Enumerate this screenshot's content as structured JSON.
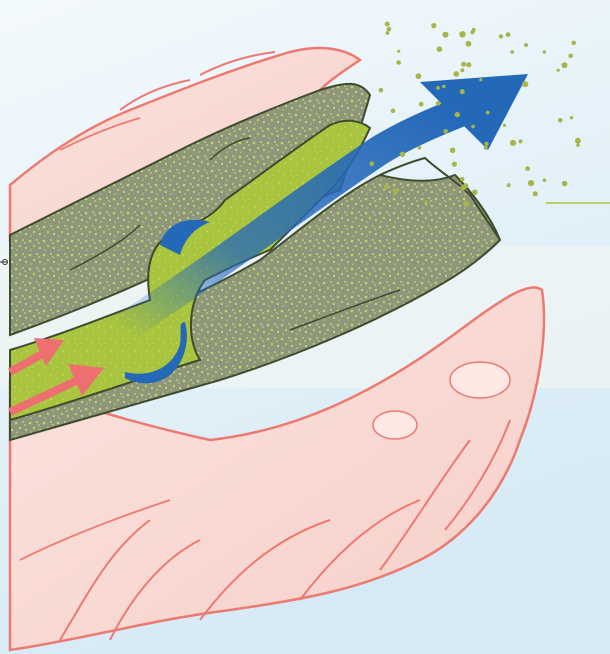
{
  "diagram": {
    "title": "",
    "caption": "",
    "labels": [],
    "colors": {
      "background_top": "#eef6fb",
      "background_bottom": "#d8ebf6",
      "panel": "#eef4f3",
      "tissue_fill": "#f9dad4",
      "tissue_light": "#fde8e4",
      "tissue_outline": "#ec7a72",
      "core_grey": "#8f977a",
      "core_grey_light": "#a2a88a",
      "core_outline": "#3f4b2e",
      "channel_green": "#a9c43e",
      "speckle": "#c9d36d",
      "dot_color": "#a8b54a",
      "flow_arrow": "#2468b8",
      "side_arrow": "#ee6f6f",
      "leader_line": "#a9c43e"
    },
    "elements": [
      {
        "name": "outer-tissue-sleeve",
        "kind": "layered tissue"
      },
      {
        "name": "porous-core",
        "kind": "speckled matrix"
      },
      {
        "name": "central-channel",
        "kind": "green pathway"
      },
      {
        "name": "upward-flow-arrow",
        "kind": "arrow"
      },
      {
        "name": "inflow-arrow",
        "count": 2,
        "kind": "arrow"
      },
      {
        "name": "swirl-arrow",
        "count": 2,
        "kind": "curved arrow"
      },
      {
        "name": "released-particles",
        "kind": "dots"
      }
    ]
  }
}
